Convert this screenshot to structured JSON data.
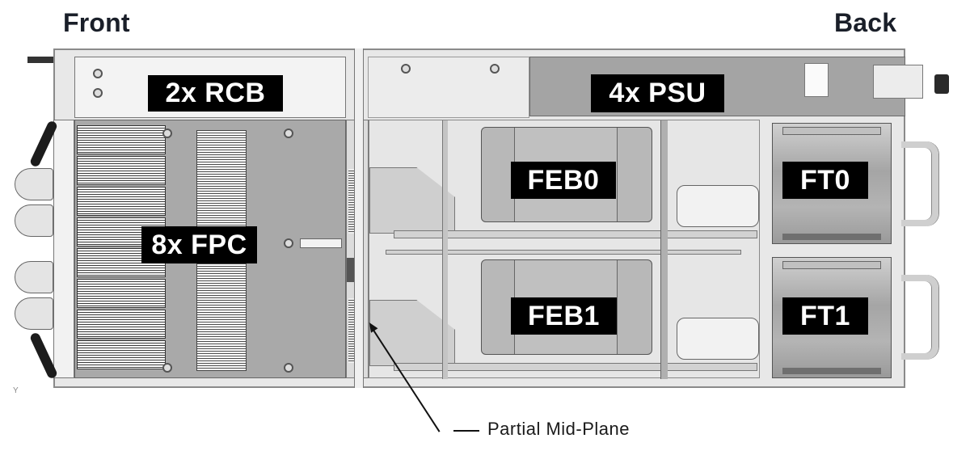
{
  "headings": {
    "front": "Front",
    "back": "Back"
  },
  "components": {
    "rcb": "2x RCB",
    "psu": "4x PSU",
    "fpc": "8x FPC",
    "feb0": "FEB0",
    "feb1": "FEB1",
    "ft0": "FT0",
    "ft1": "FT1"
  },
  "callouts": {
    "midplane": "Partial Mid-Plane"
  },
  "axis_marker": "Y",
  "colors": {
    "label_bg": "#000000",
    "label_fg": "#ffffff",
    "heading": "#1a1f29",
    "psu_fill": "#a4a4a4",
    "fpc_fill": "#a9a9a9",
    "feb_fill": "#b8b8b8"
  }
}
